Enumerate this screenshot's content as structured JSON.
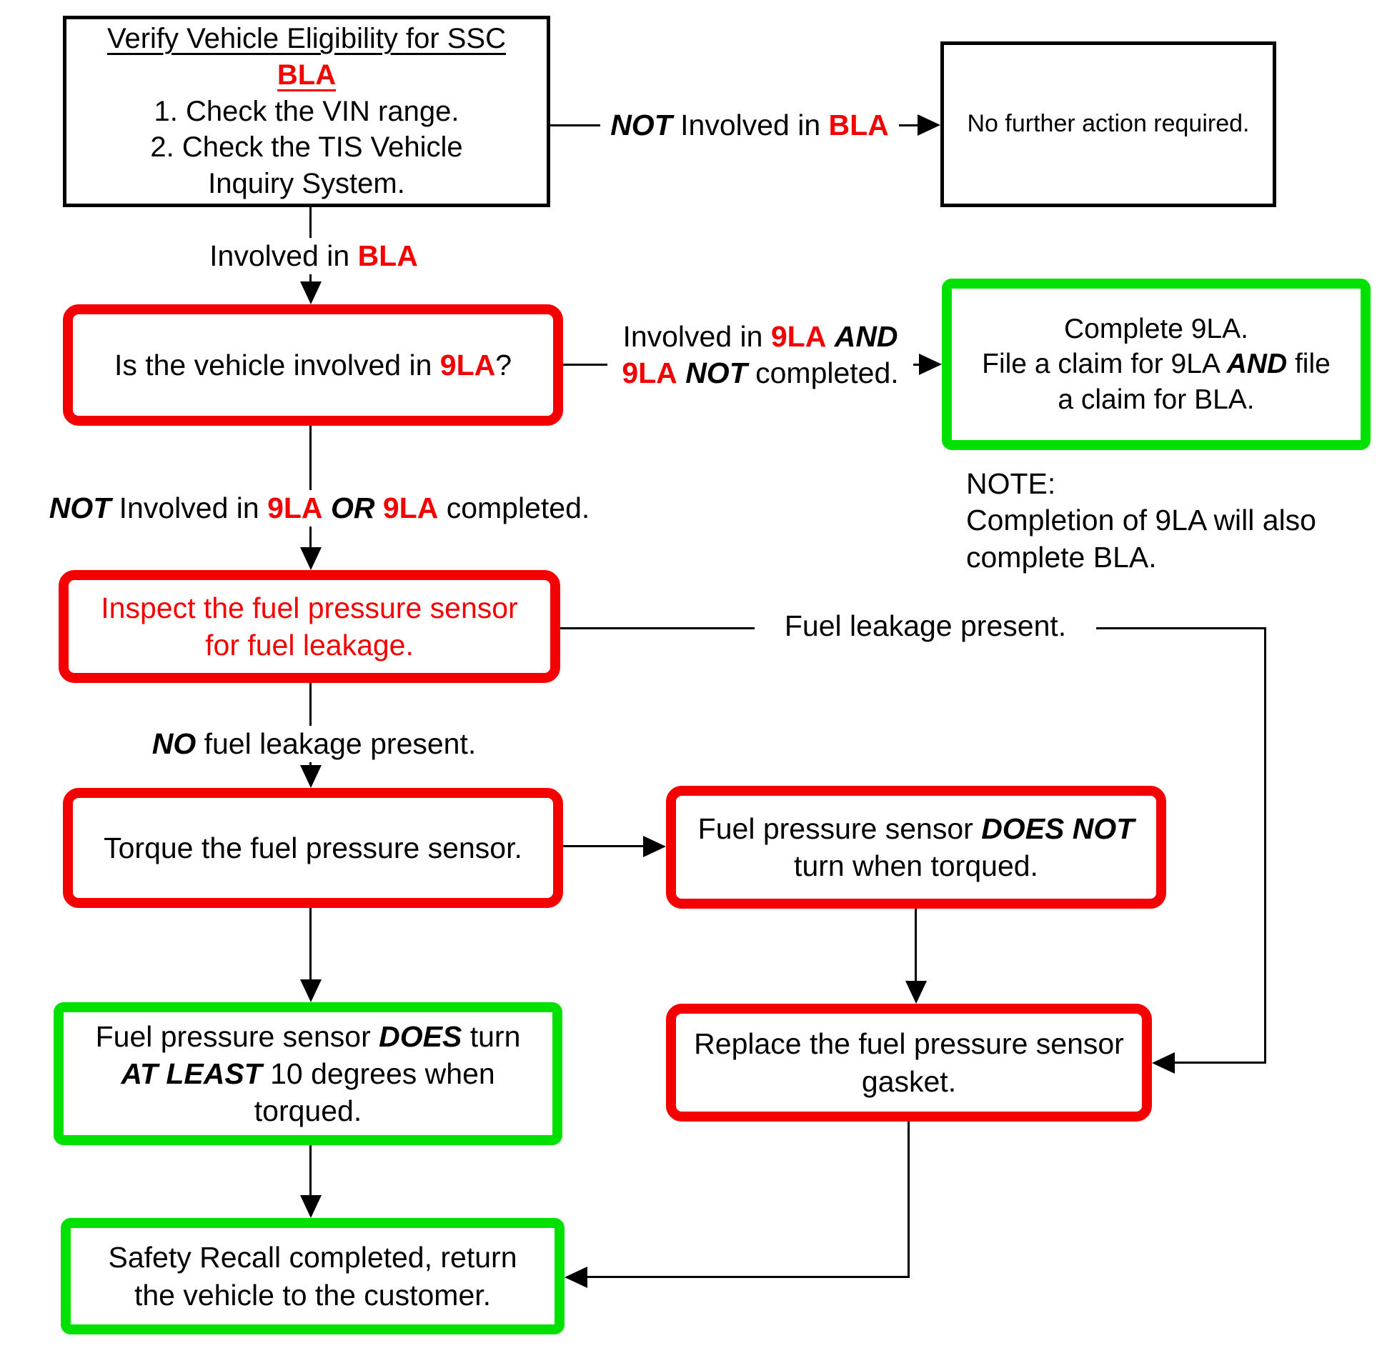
{
  "colors": {
    "red": "#f40000",
    "green": "#00e100",
    "line": "#000000"
  },
  "nodes": {
    "verify_eligibility": {
      "lines": [
        [
          {
            "t": "Verify Vehicle Eligibility for SSC",
            "s": "u"
          }
        ],
        [
          {
            "t": "BLA",
            "s": "rbu"
          }
        ],
        [
          "1. Check the VIN range."
        ],
        [
          "2. Check the TIS Vehicle"
        ],
        [
          "Inquiry System."
        ]
      ]
    },
    "no_further_action": {
      "lines": [
        [
          "No further action required."
        ]
      ]
    },
    "involved_9la_question": {
      "lines": [
        [
          "Is the vehicle involved in ",
          {
            "t": "9LA",
            "s": "rb"
          },
          "?"
        ]
      ]
    },
    "complete_9la": {
      "lines": [
        [
          "Complete 9LA."
        ],
        [
          "File a claim for 9LA ",
          {
            "t": "AND",
            "s": "bi"
          },
          " file"
        ],
        [
          "a claim for BLA."
        ]
      ]
    },
    "inspect_sensor": {
      "lines": [
        [
          {
            "t": "Inspect the fuel pressure sensor",
            "s": "r"
          }
        ],
        [
          {
            "t": "for fuel leakage.",
            "s": "r"
          }
        ]
      ]
    },
    "torque_sensor": {
      "lines": [
        [
          "Torque the fuel pressure sensor."
        ]
      ]
    },
    "sensor_does_not_turn": {
      "lines": [
        [
          "Fuel pressure sensor ",
          {
            "t": "DOES NOT",
            "s": "bi"
          }
        ],
        [
          "turn when torqued."
        ]
      ]
    },
    "replace_gasket": {
      "lines": [
        [
          "Replace the fuel pressure sensor"
        ],
        [
          "gasket."
        ]
      ]
    },
    "sensor_does_turn": {
      "lines": [
        [
          "Fuel pressure sensor ",
          {
            "t": "DOES",
            "s": "bi"
          },
          " turn"
        ],
        [
          {
            "t": "AT LEAST",
            "s": "bi"
          },
          " 10 degrees when"
        ],
        [
          "torqued."
        ]
      ]
    },
    "recall_completed": {
      "lines": [
        [
          "Safety Recall completed, return"
        ],
        [
          "the vehicle to the customer."
        ]
      ]
    }
  },
  "labels": {
    "not_involved_bla": {
      "lines": [
        [
          {
            "t": "NOT",
            "s": "bi"
          },
          " Involved in ",
          {
            "t": "BLA",
            "s": "rb"
          }
        ]
      ]
    },
    "involved_bla": {
      "lines": [
        [
          "Involved in ",
          {
            "t": "BLA",
            "s": "rb"
          }
        ]
      ]
    },
    "involved_9la_and": {
      "lines": [
        [
          "Involved in ",
          {
            "t": "9LA",
            "s": "rb"
          },
          " ",
          {
            "t": "AND",
            "s": "bi"
          }
        ],
        [
          {
            "t": "9LA",
            "s": "rb"
          },
          " ",
          {
            "t": "NOT",
            "s": "bi"
          },
          " completed."
        ]
      ]
    },
    "not_involved_9la_or": {
      "lines": [
        [
          {
            "t": "NOT",
            "s": "bi"
          },
          " Involved in ",
          {
            "t": "9LA",
            "s": "rb"
          },
          " ",
          {
            "t": "OR",
            "s": "bi"
          },
          " ",
          {
            "t": "9LA",
            "s": "rb"
          },
          " completed."
        ]
      ]
    },
    "fuel_leakage_present": {
      "lines": [
        [
          "Fuel leakage present."
        ]
      ]
    },
    "no_fuel_leakage_present": {
      "lines": [
        [
          {
            "t": "NO",
            "s": "bi"
          },
          " fuel leakage present."
        ]
      ]
    },
    "note": {
      "lines": [
        [
          "NOTE:"
        ],
        [
          "Completion of 9LA will also"
        ],
        [
          "complete BLA."
        ]
      ]
    }
  }
}
